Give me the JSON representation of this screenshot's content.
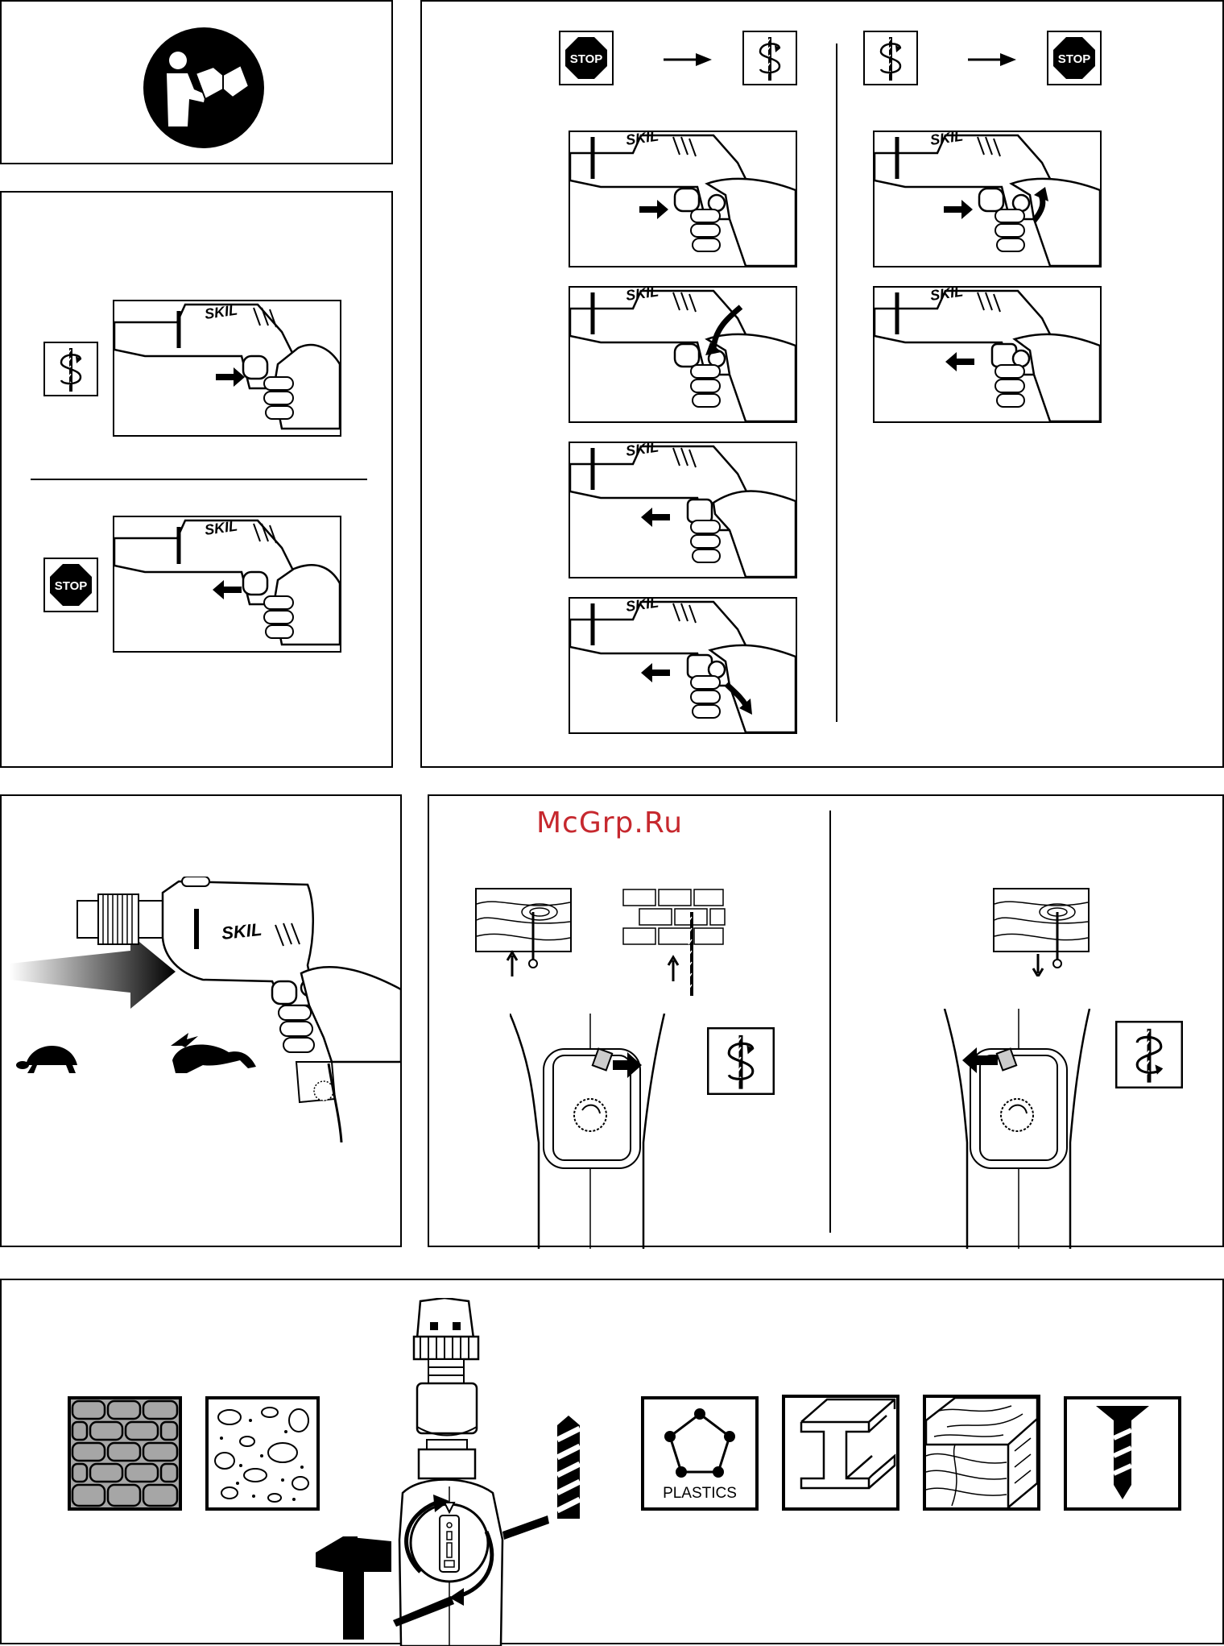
{
  "watermark": "McGrp.Ru",
  "brand": "SKIL",
  "stop_sign": "STOP",
  "materials": {
    "plastics_label": "PLASTICS"
  },
  "icons": {
    "manual": "read-manual-icon",
    "rotation": "bit-rotation-icon",
    "stop": "stop-sign-icon",
    "arrow": "arrow-right-icon",
    "turtle": "turtle-slow-icon",
    "rabbit": "rabbit-fast-icon",
    "hammer": "hammer-icon",
    "drill_bit": "drill-bit-icon",
    "brick": "brick-wall-icon",
    "concrete": "concrete-icon",
    "steel": "steel-beam-icon",
    "wood": "wood-icon",
    "screw": "screw-icon"
  },
  "colors": {
    "ink": "#000000",
    "paper": "#ffffff",
    "watermark": "#c6282e",
    "brick_fill": "#a6a6a6"
  }
}
